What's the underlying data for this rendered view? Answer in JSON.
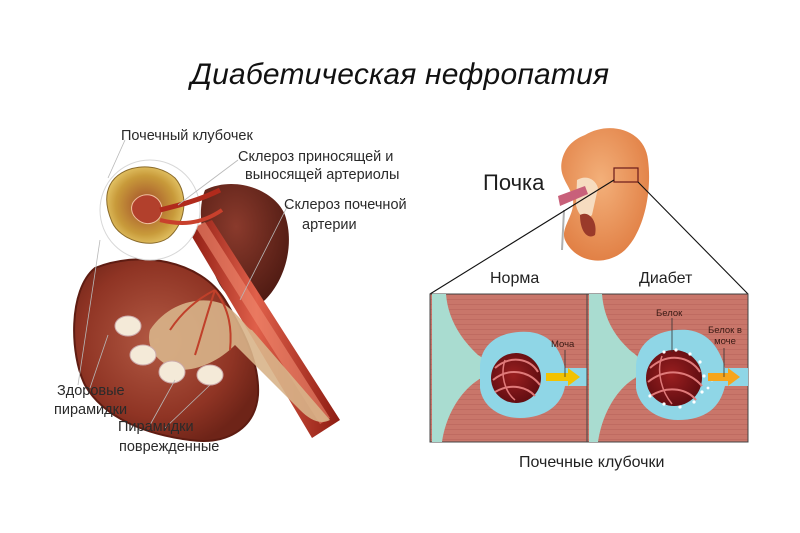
{
  "title": "Диабетическая нефропатия",
  "left_panel": {
    "labels": {
      "glomerulus": "Почечный клубочек",
      "arteriole_sclerosis_line1": "Склероз приносящей и",
      "arteriole_sclerosis_line2": "выносящей артериолы",
      "artery_sclerosis_line1": "Склероз почечной",
      "artery_sclerosis_line2": "артерии",
      "healthy_pyramids_line1": "Здоровые",
      "healthy_pyramids_line2": "пирамидки",
      "damaged_pyramids_line1": "Пирамидки",
      "damaged_pyramids_line2": "поврежденные"
    }
  },
  "right_panel": {
    "kidney_label": "Почка",
    "normal_label": "Норма",
    "diabetes_label": "Диабет",
    "urine_label": "Моча",
    "protein_label": "Белок",
    "protein_in_urine_line1": "Белок в",
    "protein_in_urine_line2": "моче",
    "caption": "Почечные клубочки"
  },
  "colors": {
    "tissue": "#c9766a",
    "capsule": "#8fd6e6",
    "tubule": "#a9dcd0",
    "glomerulus": "#7a1518",
    "arrow": "#f2c200",
    "kidney_cortex": "#e9965a",
    "kidney_section": "#8e3a2a",
    "artery": "#c23a2a"
  }
}
